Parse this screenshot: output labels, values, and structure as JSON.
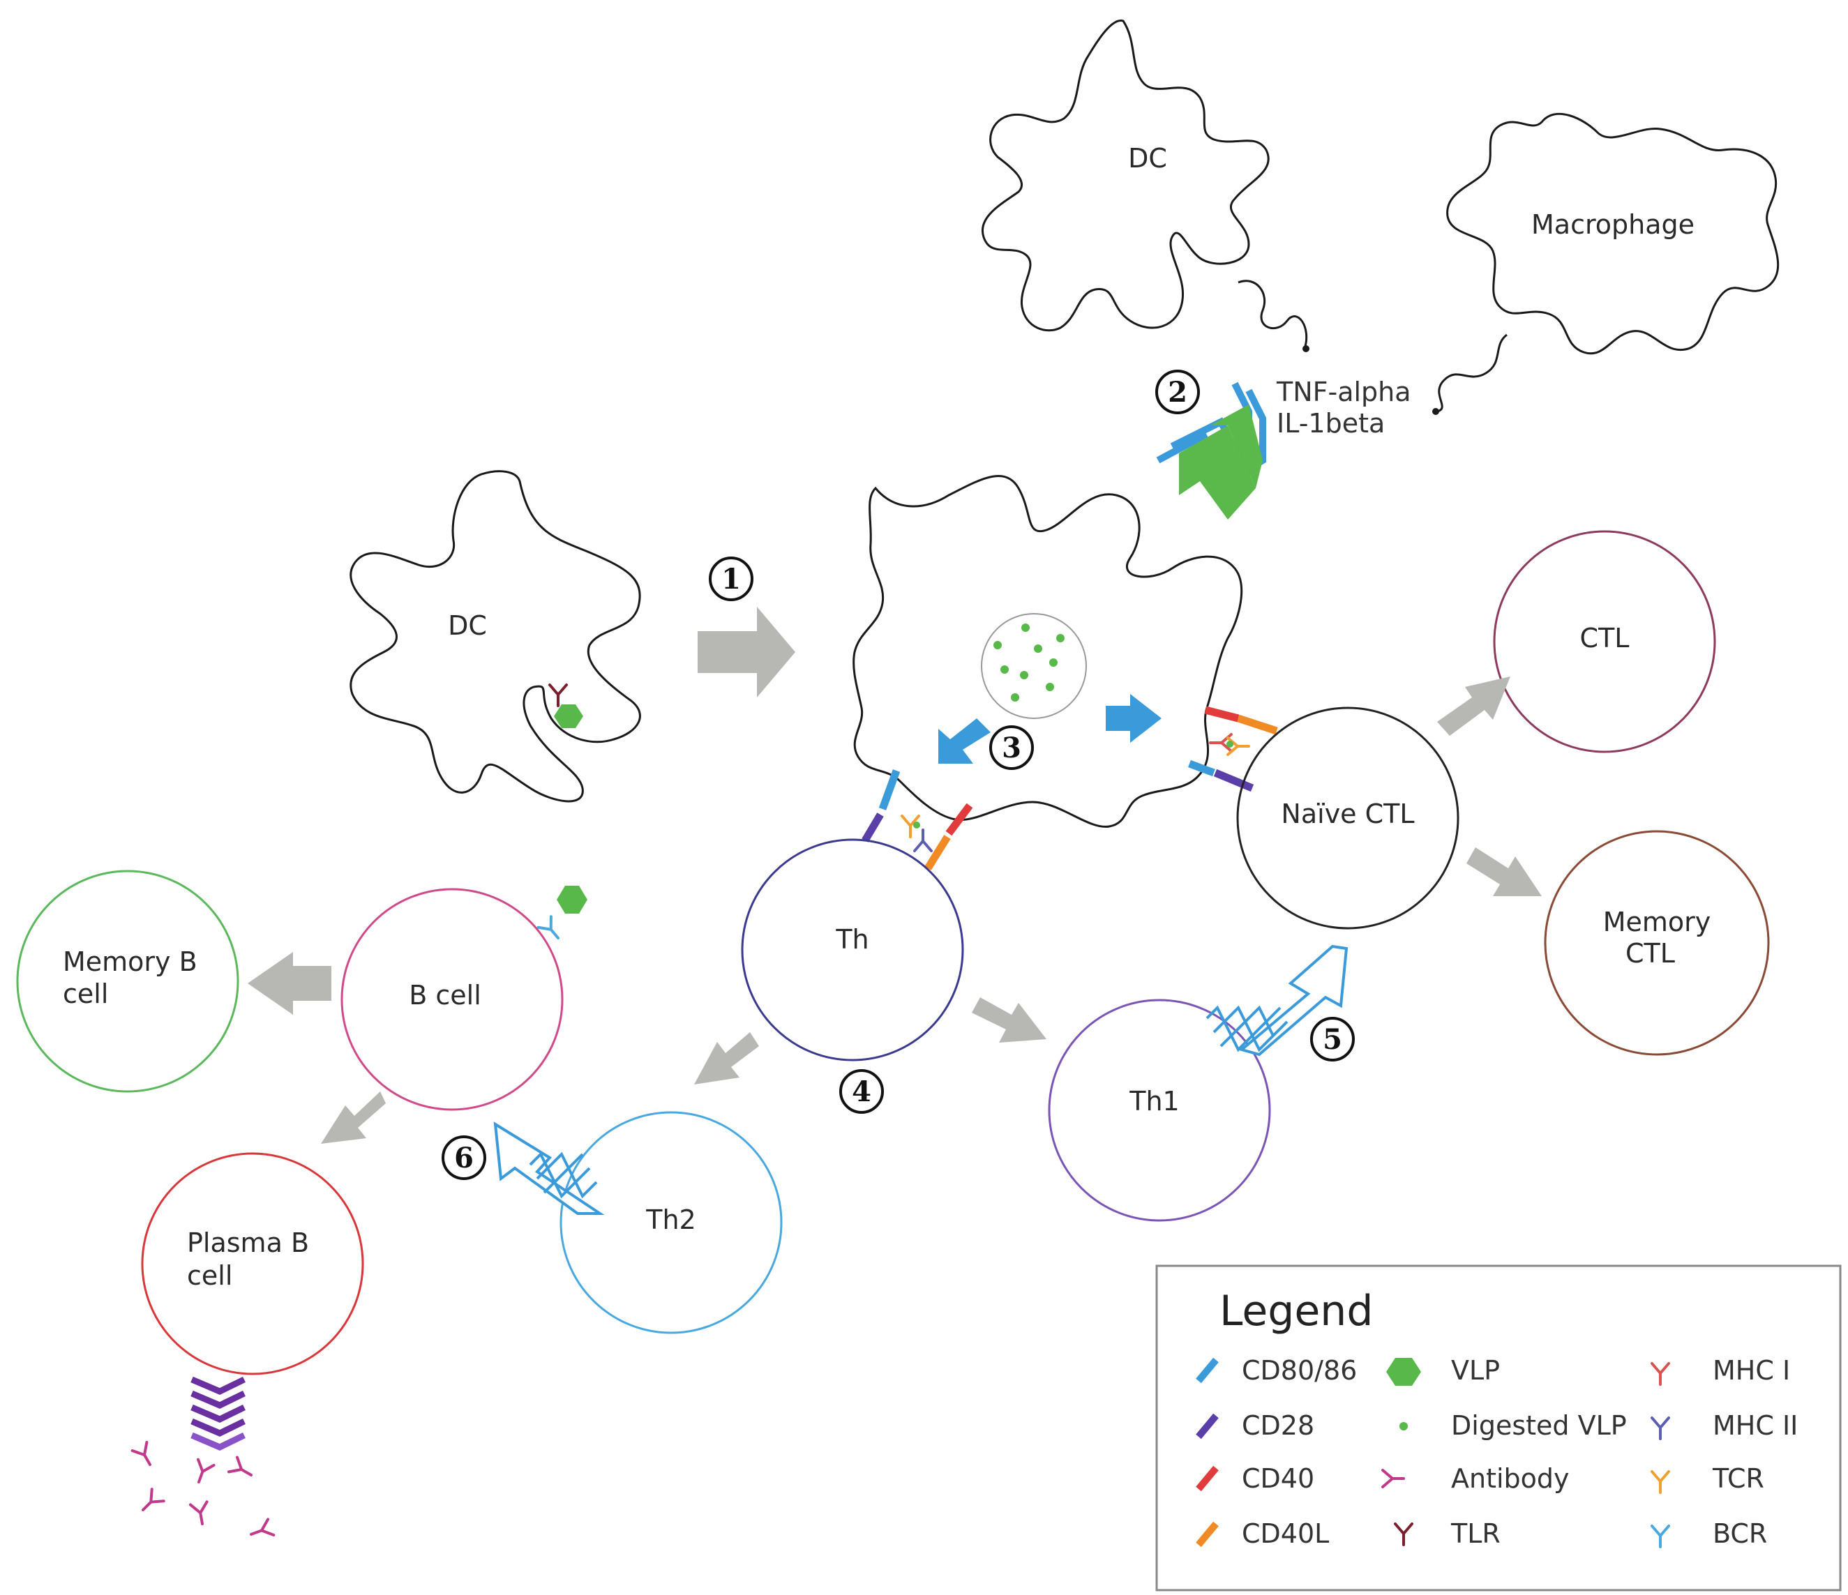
{
  "cells": {
    "dc_left": "DC",
    "dc_top": "DC",
    "macrophage": "Macrophage",
    "th": "Th",
    "naive_ctl": "Naïve CTL",
    "ctl": "CTL",
    "memory_ctl": [
      "Memory",
      "CTL"
    ],
    "b_cell": "B cell",
    "memory_b": [
      "Memory B",
      "cell"
    ],
    "plasma_b": [
      "Plasma B",
      "cell"
    ],
    "th1": "Th1",
    "th2": "Th2"
  },
  "cytokines": [
    "TNF-alpha",
    "IL-1beta"
  ],
  "steps": [
    "1",
    "2",
    "3",
    "4",
    "5",
    "6"
  ],
  "legend": {
    "title": "Legend",
    "col1": [
      {
        "label": "CD80/86",
        "color": "#3b9ad9",
        "icon": "bar-icon"
      },
      {
        "label": "CD28",
        "color": "#5b3fa8",
        "icon": "bar-icon"
      },
      {
        "label": "CD40",
        "color": "#e23b3b",
        "icon": "bar-icon"
      },
      {
        "label": "CD40L",
        "color": "#f08a24",
        "icon": "bar-icon"
      }
    ],
    "col2": [
      {
        "label": "VLP",
        "color": "#59b84a",
        "icon": "hexagon-icon"
      },
      {
        "label": "Digested VLP",
        "color": "#59b84a",
        "icon": "dot-icon"
      },
      {
        "label": "Antibody",
        "color": "#c0398a",
        "icon": "receptor-icon"
      },
      {
        "label": "TLR",
        "color": "#7a1f2b",
        "icon": "receptor-icon"
      }
    ],
    "col3": [
      {
        "label": "MHC I",
        "color": "#d9534f",
        "icon": "receptor-icon"
      },
      {
        "label": "MHC II",
        "color": "#5b5fb0",
        "icon": "receptor-icon"
      },
      {
        "label": "TCR",
        "color": "#f0a030",
        "icon": "receptor-icon"
      },
      {
        "label": "BCR",
        "color": "#4aa8e0",
        "icon": "receptor-icon"
      }
    ]
  }
}
